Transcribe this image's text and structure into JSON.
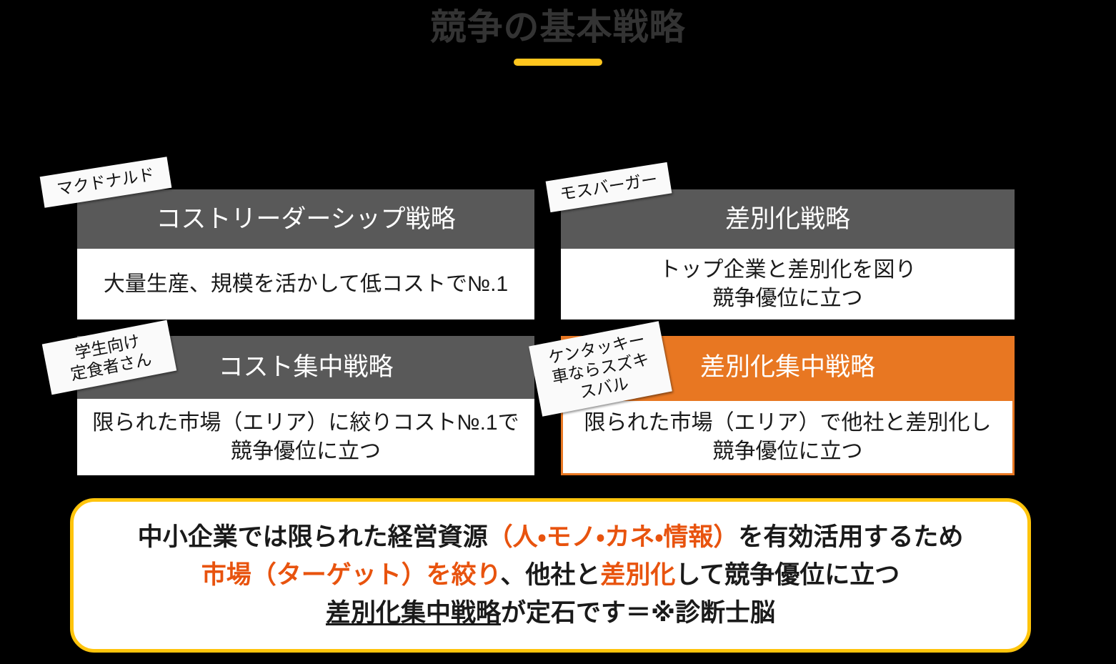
{
  "title": {
    "text": "競争の基本戦略",
    "underline_color": "#FFC61E"
  },
  "colors": {
    "header_gray": "#595959",
    "accent_orange": "#E87722",
    "highlight_orange": "#E8530E",
    "callout_border": "#FFC40C",
    "background": "#000000",
    "body_white": "#FFFFFF"
  },
  "matrix": {
    "quadrants": [
      {
        "id": "cost-leadership",
        "header": "コストリーダーシップ戦略",
        "body": "大量生産、規模を活かして低コストで№.1",
        "accent": false,
        "tag": "マクドナルド"
      },
      {
        "id": "differentiation",
        "header": "差別化戦略",
        "body": "トップ企業と差別化を図り\n競争優位に立つ",
        "accent": false,
        "tag": "モスバーガー"
      },
      {
        "id": "cost-focus",
        "header": "コスト集中戦略",
        "body": "限られた市場（エリア）に絞りコスト№.1で\n競争優位に立つ",
        "accent": false,
        "tag": "学生向け\n定食者さん"
      },
      {
        "id": "differentiation-focus",
        "header": "差別化集中戦略",
        "body": "限られた市場（エリア）で他社と差別化し\n競争優位に立つ",
        "accent": true,
        "tag": "ケンタッキー\n車ならスズキ\nスバル"
      }
    ]
  },
  "callout": {
    "line1": {
      "part1": "中小企業では限られた経営資源",
      "part2_highlight": "（人・モノ・カネ・情報）",
      "part3": "を有効活用するため"
    },
    "line2": {
      "part1_highlight": "市場（ターゲット）を絞り",
      "part2": "、他社と",
      "part3_highlight": "差別化",
      "part4": "して競争優位に立つ"
    },
    "line3": {
      "part1_underline": "差別化集中戦略",
      "part2": "が定石です＝※診断士脳"
    }
  }
}
